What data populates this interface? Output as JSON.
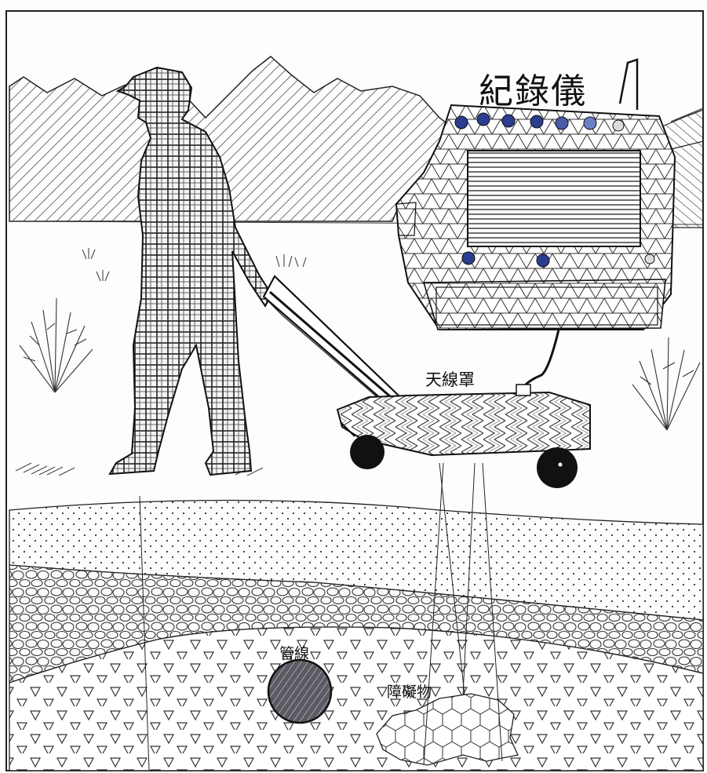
{
  "labels": {
    "recorder": "紀錄儀",
    "antenna_housing": "天線罩",
    "pipeline": "管線",
    "obstacle": "障礙物"
  },
  "colors": {
    "ink": "#1a1a1a",
    "knob_blue": "#2b3d8f",
    "knob_light": "#6d7fc4",
    "pipe_fill": "#5a5a62",
    "background": "#fdfdfb"
  }
}
